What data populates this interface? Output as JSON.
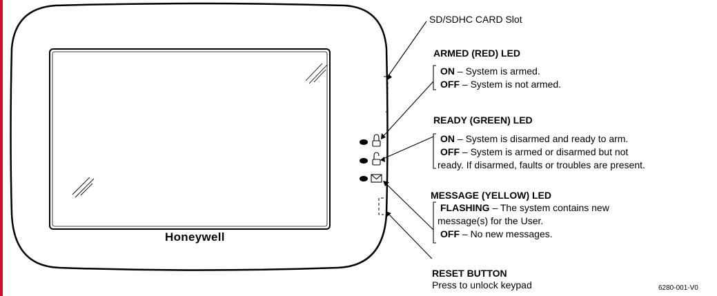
{
  "device": {
    "brand": "Honeywell",
    "led_icons": [
      "lock-closed-icon",
      "lock-open-icon",
      "envelope-icon"
    ]
  },
  "callouts": {
    "sd_slot": {
      "title": "SD/SDHC CARD Slot"
    },
    "armed_led": {
      "title": "ARMED (RED) LED",
      "states": [
        {
          "key": "ON",
          "text": " – System is armed."
        },
        {
          "key": "OFF",
          "text": " – System is not armed."
        }
      ]
    },
    "ready_led": {
      "title": "READY (GREEN) LED",
      "states": [
        {
          "key": "ON",
          "text": " – System is disarmed and ready to arm."
        },
        {
          "key": "OFF",
          "text": " – System is armed or disarmed but not"
        },
        {
          "key": "",
          "text": "ready. If disarmed, faults or troubles are present."
        }
      ]
    },
    "message_led": {
      "title": "MESSAGE (YELLOW) LED",
      "states": [
        {
          "key": "FLASHING",
          "text": " – The system contains new"
        },
        {
          "key": "",
          "text": "message(s) for the User."
        },
        {
          "key": "OFF",
          "text": " – No new messages."
        }
      ]
    },
    "reset_button": {
      "title": "RESET BUTTON",
      "subtitle": "Press to unlock keypad"
    }
  },
  "figure_number": "6280-001-V0",
  "colors": {
    "left_margin_bar": "#c8102e",
    "line": "#000000"
  }
}
